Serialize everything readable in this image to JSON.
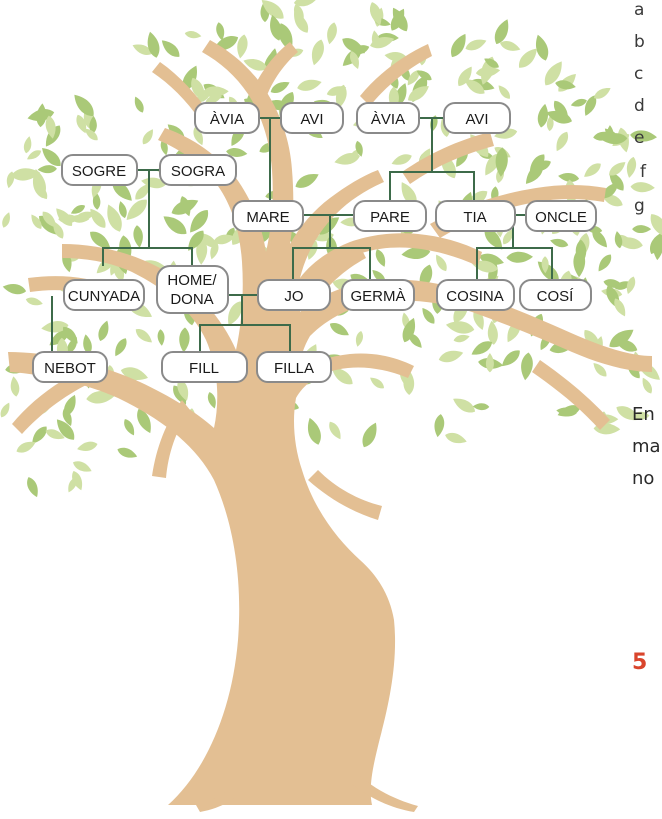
{
  "colors": {
    "trunk": "#e3bf93",
    "leaf_light": "#cfe0a4",
    "leaf_dark": "#aac978",
    "connector": "#3d6b4a",
    "box_border": "#8a8a8a",
    "box_fill": "#ffffff",
    "page_number": "#d9452c"
  },
  "family_tree": {
    "nodes": {
      "avia_mare": "ÀVIA",
      "avi_mare": "AVI",
      "avia_pare": "ÀVIA",
      "avi_pare": "AVI",
      "sogre": "SOGRE",
      "sogra": "SOGRA",
      "mare": "MARE",
      "pare": "PARE",
      "tia": "TIA",
      "oncle": "ONCLE",
      "cunyada": "CUNYADA",
      "home_dona_1": "HOME/",
      "home_dona_2": "DONA",
      "jo": "JO",
      "germa": "GERMÀ",
      "cosina": "COSINA",
      "cosi": "COSÍ",
      "nebot": "NEBOT",
      "fill": "FILL",
      "filla": "FILLA"
    }
  },
  "side_text": {
    "letters": [
      "a",
      "b",
      "c",
      "d",
      "e",
      "f",
      "g"
    ],
    "words": [
      "En",
      "ma",
      "no"
    ],
    "page_number": "5"
  }
}
